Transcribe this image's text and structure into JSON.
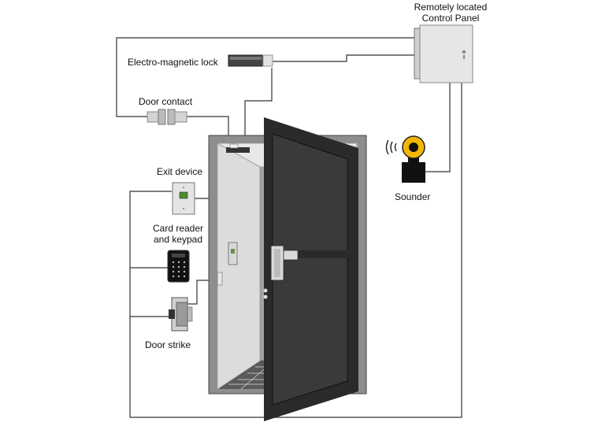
{
  "labels": {
    "control_panel_line1": "Remotely located",
    "control_panel_line2": "Control Panel",
    "em_lock": "Electro-magnetic lock",
    "door_contact": "Door contact",
    "exit_device": "Exit device",
    "card_reader_line1": "Card reader",
    "card_reader_line2": "and keypad",
    "door_strike": "Door strike",
    "sounder": "Sounder"
  },
  "colors": {
    "wire": "#333333",
    "frame": "#8e8e8e",
    "door_frame": "#2a2a2a",
    "panel": "#e6e6e6",
    "bell": "#f2b705",
    "interior_wall": "#cfcfcf"
  }
}
